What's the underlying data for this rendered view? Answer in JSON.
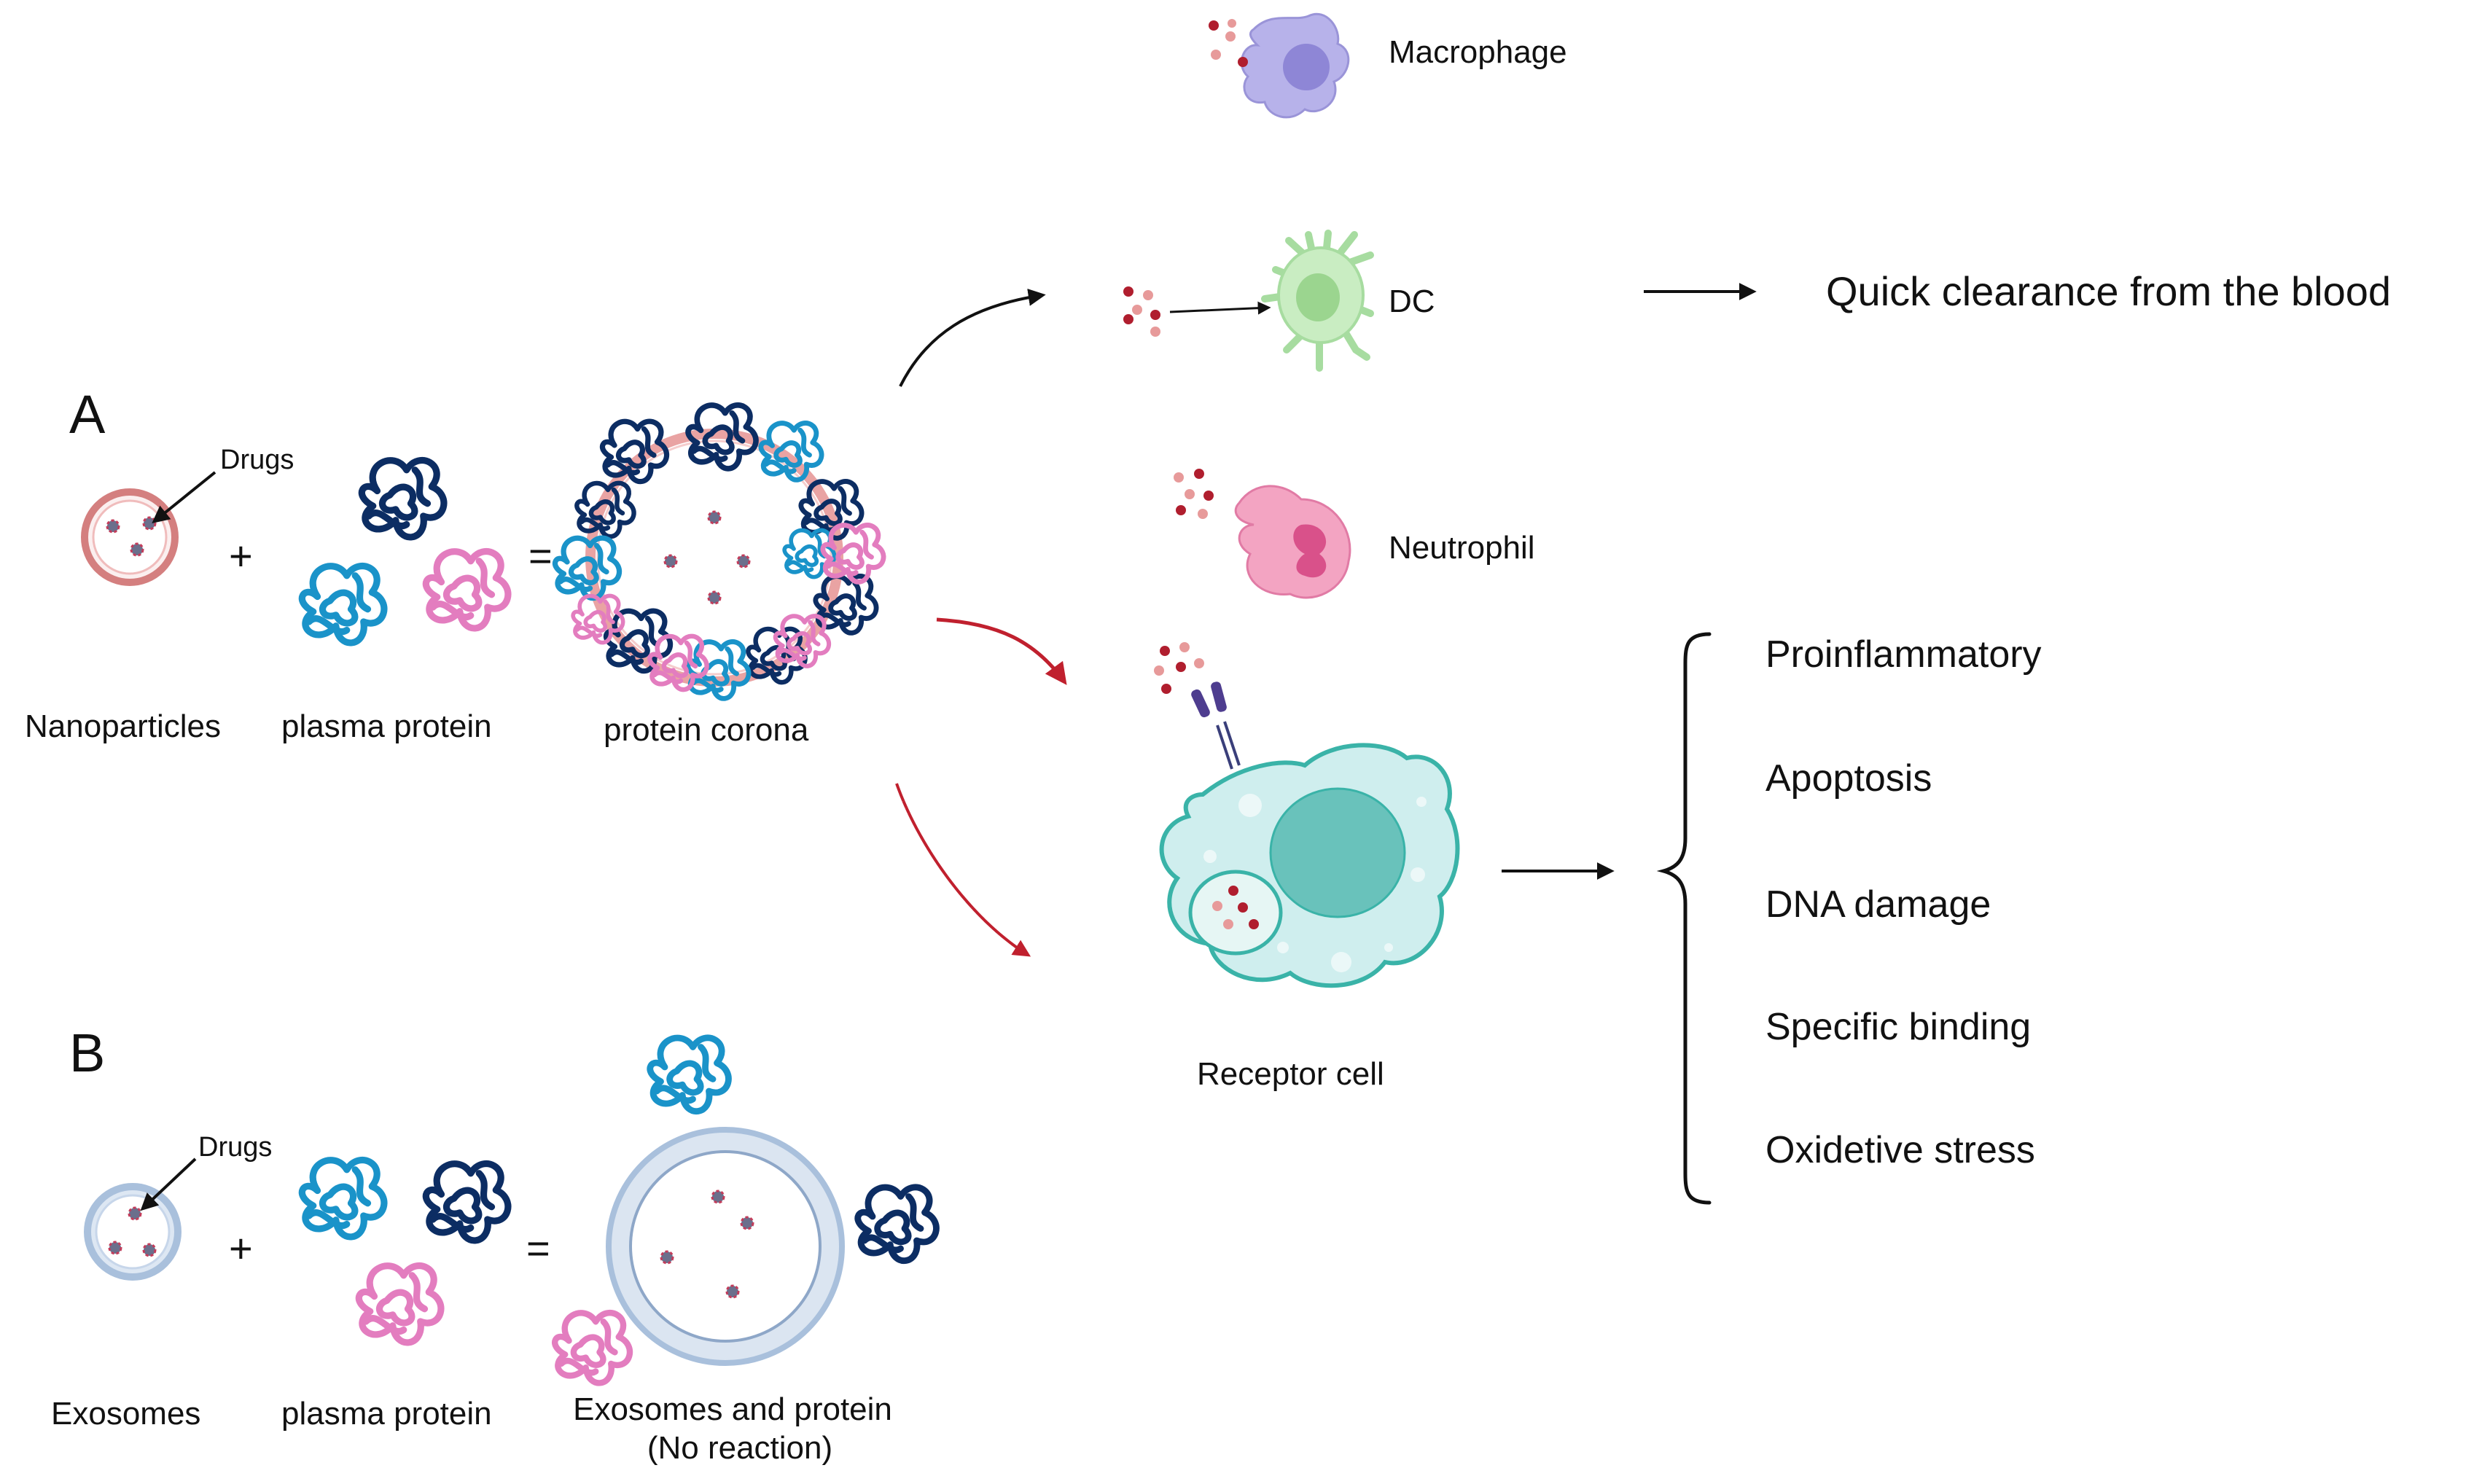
{
  "panels": {
    "a_label": "A",
    "b_label": "B"
  },
  "panel_a": {
    "drugs_label": "Drugs",
    "plus": "+",
    "equals": "=",
    "nanoparticles_label": "Nanoparticles",
    "plasma_protein_label": "plasma protein",
    "protein_corona_label": "protein corona"
  },
  "panel_b": {
    "drugs_label": "Drugs",
    "plus": "+",
    "equals": "=",
    "exosomes_label": "Exosomes",
    "plasma_protein_label": "plasma protein",
    "result_line1": "Exosomes and protein",
    "result_line2": "(No reaction)"
  },
  "immune_cells": {
    "macrophage": "Macrophage",
    "dc": "DC",
    "neutrophil": "Neutrophil",
    "clearance": "Quick clearance from the blood"
  },
  "receptor": {
    "label": "Receptor cell"
  },
  "effects": [
    "Proinflammatory",
    "Apoptosis",
    "DNA damage",
    "Specific binding",
    "Oxidetive stress"
  ],
  "colors": {
    "protein_dark_blue": "#0c2d63",
    "protein_light_blue": "#1a93c9",
    "protein_pink": "#e37dbf",
    "drug_red": "#b01e2e",
    "drug_pink": "#e79a9a",
    "macrophage": "#b7b2ea",
    "dc": "#c9edc2",
    "neutrophil": "#f3a4c2",
    "receptor_cell": "#bfe6e6",
    "receptor_nucleus": "#69c2bb",
    "red_arrow": "#c0202e",
    "exosome_ring": "#a9c0dc"
  }
}
